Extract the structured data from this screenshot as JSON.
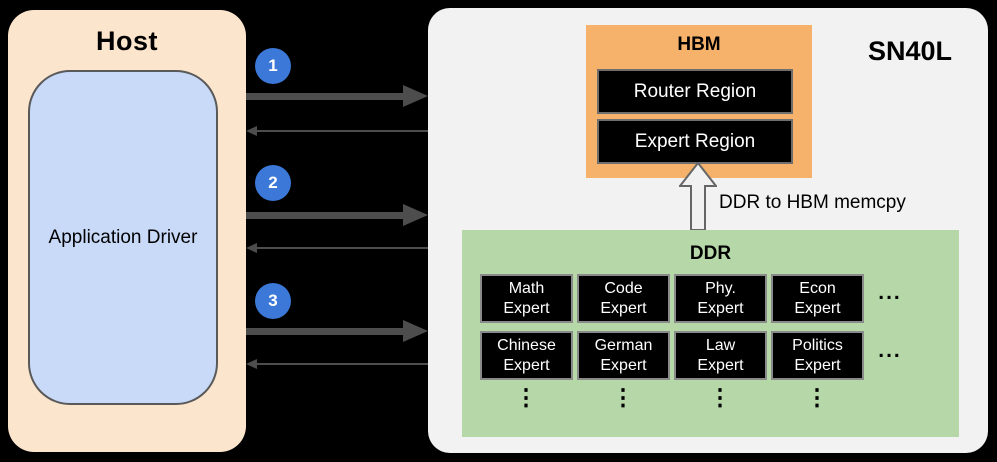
{
  "background_color": "#000000",
  "host": {
    "title": "Host",
    "driver_label": "Application Driver",
    "bg_color": "#FCE5CD",
    "driver_bg_color": "#C9DAF8"
  },
  "flow": {
    "steps": [
      {
        "number": "1"
      },
      {
        "number": "2"
      },
      {
        "number": "3"
      }
    ],
    "badge_color": "#3B78D8",
    "arrow_color": "#4D4D4D"
  },
  "device": {
    "title": "SN40L",
    "bg_color": "#F2F2F2",
    "hbm": {
      "title": "HBM",
      "bg_color": "#F6B26B",
      "regions": [
        {
          "label": "Router Region"
        },
        {
          "label": "Expert Region"
        }
      ]
    },
    "memcpy_label": "DDR to HBM memcpy",
    "ddr": {
      "title": "DDR",
      "bg_color": "#B6D7A8",
      "experts": [
        [
          "Math",
          "Expert"
        ],
        [
          "Code",
          "Expert"
        ],
        [
          "Phy.",
          "Expert"
        ],
        [
          "Econ",
          "Expert"
        ],
        [
          "Chinese",
          "Expert"
        ],
        [
          "German",
          "Expert"
        ],
        [
          "Law",
          "Expert"
        ],
        [
          "Politics",
          "Expert"
        ]
      ],
      "ellipsis_h": "...",
      "ellipsis_v": "⋮"
    }
  }
}
